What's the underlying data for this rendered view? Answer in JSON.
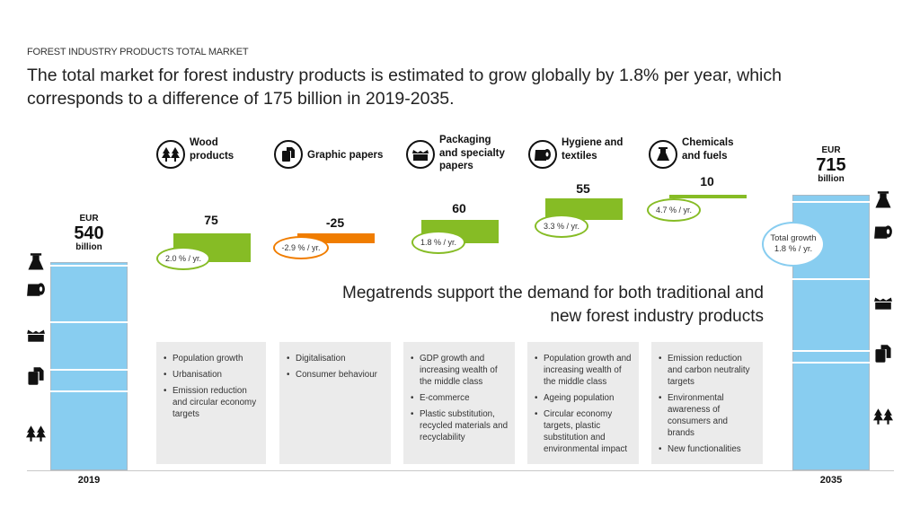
{
  "eyebrow": "FOREST INDUSTRY PRODUCTS TOTAL MARKET",
  "headline": "The total market for forest industry products is estimated to grow globally by 1.8% per year, which corresponds to a difference of 175 billion in 2019-2035.",
  "megatrends_heading": "Megatrends support the demand for both traditional and new forest industry products",
  "colors": {
    "growth": "#86bc25",
    "decline": "#f07d00",
    "total": "#88cdf0",
    "trend_box": "#ebebeb"
  },
  "totals": {
    "start": {
      "currency": "EUR",
      "value": "540",
      "unit": "billion",
      "year": "2019"
    },
    "end": {
      "currency": "EUR",
      "value": "715",
      "unit": "billion",
      "year": "2035"
    },
    "total_growth_label": "Total growth",
    "total_growth_rate": "1.8 % / yr."
  },
  "categories": [
    {
      "icon": "trees-icon",
      "label": "Wood products",
      "change_label": "75",
      "rate": "2.0 % / yr.",
      "trends": [
        "Population growth",
        "Urbanisation",
        "Emission reduction and circular economy targets"
      ]
    },
    {
      "icon": "documents-icon",
      "label": "Graphic papers",
      "change_label": "-25",
      "rate": "-2.9 % / yr.",
      "trends": [
        "Digitalisation",
        "Consumer behaviour"
      ]
    },
    {
      "icon": "box-icon",
      "label": "Packaging and specialty papers",
      "change_label": "60",
      "rate": "1.8 % / yr.",
      "trends": [
        "GDP growth and increasing wealth of the middle class",
        "E-commerce",
        "Plastic substitution, recycled materials and recyclability"
      ]
    },
    {
      "icon": "toilet-roll-icon",
      "label": "Hygiene and textiles",
      "change_label": "55",
      "rate": "3.3 % / yr.",
      "trends": [
        "Population growth and increasing wealth of the middle class",
        "Ageing population",
        "Circular economy targets, plastic substitution and environmental impact"
      ]
    },
    {
      "icon": "flask-icon",
      "label": "Chemicals and fuels",
      "change_label": "10",
      "rate": "4.7 % / yr.",
      "trends": [
        "Emission reduction and carbon neutrality targets",
        "Environmental awareness of consumers and brands",
        "New functionalities"
      ]
    }
  ],
  "chart_data": {
    "type": "bar",
    "subtype": "waterfall",
    "title": "FOREST INDUSTRY PRODUCTS TOTAL MARKET",
    "unit": "EUR billion",
    "categories": [
      "2019",
      "Wood products",
      "Graphic papers",
      "Packaging and specialty papers",
      "Hygiene and textiles",
      "Chemicals and fuels",
      "2035"
    ],
    "values": [
      540,
      75,
      -25,
      60,
      55,
      10,
      715
    ],
    "growth_rates": [
      "",
      "2.0 % / yr.",
      "-2.9 % / yr.",
      "1.8 % / yr.",
      "3.3 % / yr.",
      "4.7 % / yr.",
      "1.8 % / yr."
    ],
    "stacked_segments_2019": [
      {
        "name": "Wood products",
        "value": 205
      },
      {
        "name": "Graphic papers",
        "value": 55
      },
      {
        "name": "Packaging and specialty papers",
        "value": 125
      },
      {
        "name": "Hygiene and textiles",
        "value": 145
      },
      {
        "name": "Chemicals and fuels",
        "value": 10
      }
    ],
    "stacked_segments_2035": [
      {
        "name": "Wood products",
        "value": 280
      },
      {
        "name": "Graphic papers",
        "value": 30
      },
      {
        "name": "Packaging and specialty papers",
        "value": 185
      },
      {
        "name": "Hygiene and textiles",
        "value": 200
      },
      {
        "name": "Chemicals and fuels",
        "value": 20
      }
    ],
    "xlabel": "",
    "ylabel": "",
    "grid": false,
    "legend": "none"
  }
}
